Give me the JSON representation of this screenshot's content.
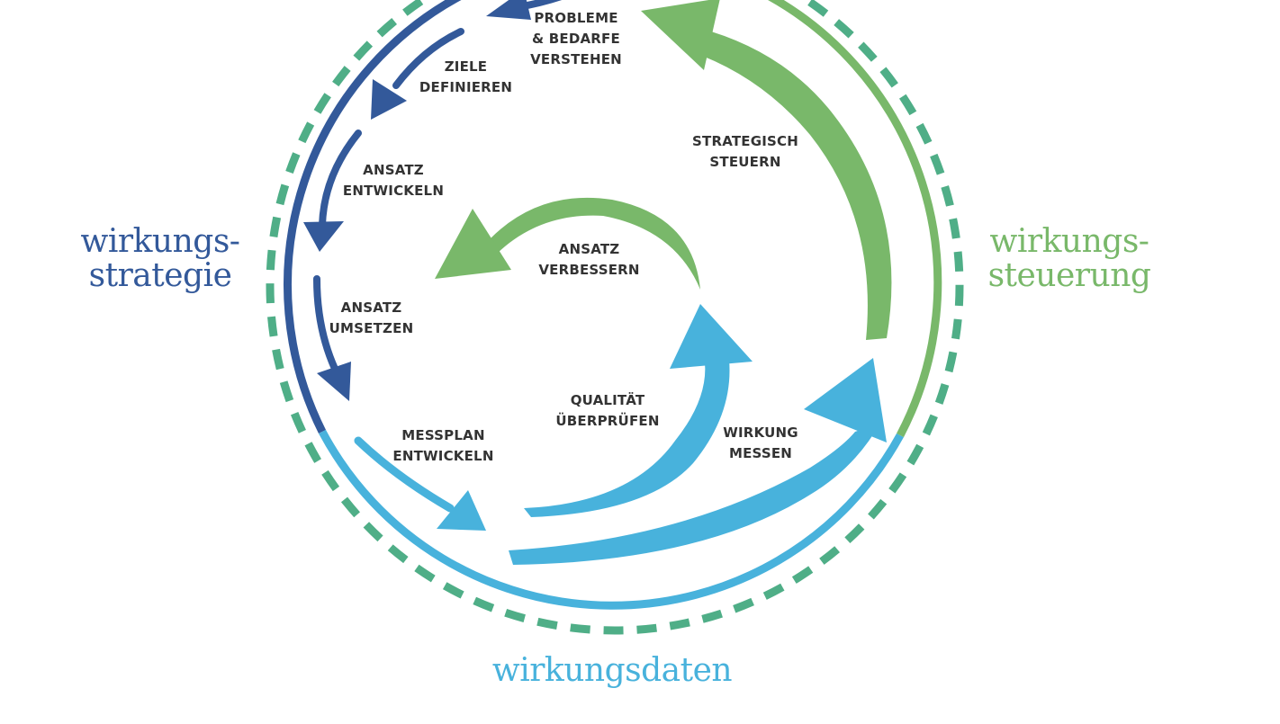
{
  "colors": {
    "strategy": "#33599a",
    "data": "#48b2dc",
    "steering": "#79b86a",
    "dashed_ring": "#4fae87",
    "label_text": "#333333"
  },
  "sections": {
    "strategy": "wirkungs-\nstrategie",
    "steering": "wirkungs-\nsteuerung",
    "data": "wirkungsdaten"
  },
  "steps": {
    "probleme": "PROBLEME\n& BEDARFE\nVERSTEHEN",
    "ziele": "ZIELE\nDEFINIEREN",
    "ansatz_entwickeln": "ANSATZ\nENTWICKELN",
    "ansatz_umsetzen": "ANSATZ\nUMSETZEN",
    "messplan": "MESSPLAN\nENTWICKELN",
    "qualitaet": "QUALITÄT\nÜBERPRÜFEN",
    "wirkung": "WIRKUNG\nMESSEN",
    "ansatz_verbessern": "ANSATZ\nVERBESSERN",
    "strategisch": "STRATEGISCH\nSTEUERN"
  }
}
